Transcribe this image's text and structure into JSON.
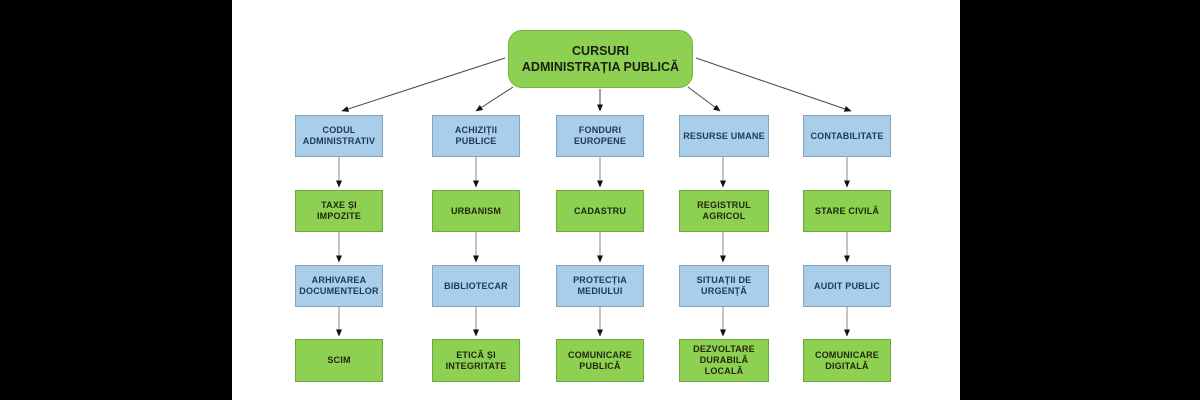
{
  "root": {
    "label_line1": "CURSURI",
    "label_line2": "ADMINISTRAȚIA PUBLICĂ"
  },
  "columns": [
    {
      "id": "codul-administrativ",
      "nodes": [
        {
          "label": "CODUL ADMINISTRATIV",
          "color": "blue"
        },
        {
          "label": "TAXE ȘI IMPOZITE",
          "color": "green"
        },
        {
          "label": "ARHIVAREA DOCUMENTELOR",
          "color": "blue"
        },
        {
          "label": "SCIM",
          "color": "green"
        }
      ]
    },
    {
      "id": "achizitii-publice",
      "nodes": [
        {
          "label": "ACHIZIȚII PUBLICE",
          "color": "blue"
        },
        {
          "label": "URBANISM",
          "color": "green"
        },
        {
          "label": "BIBLIOTECAR",
          "color": "blue"
        },
        {
          "label": "ETICĂ ȘI INTEGRITATE",
          "color": "green"
        }
      ]
    },
    {
      "id": "fonduri-europene",
      "nodes": [
        {
          "label": "FONDURI EUROPENE",
          "color": "blue"
        },
        {
          "label": "CADASTRU",
          "color": "green"
        },
        {
          "label": "PROTECȚIA MEDIULUI",
          "color": "blue"
        },
        {
          "label": "COMUNICARE PUBLICĂ",
          "color": "green"
        }
      ]
    },
    {
      "id": "resurse-umane",
      "nodes": [
        {
          "label": "RESURSE UMANE",
          "color": "blue"
        },
        {
          "label": "REGISTRUL AGRICOL",
          "color": "green"
        },
        {
          "label": "SITUAȚII DE URGENȚĂ",
          "color": "blue"
        },
        {
          "label": "DEZVOLTARE DURABILĂ LOCALĂ",
          "color": "green"
        }
      ]
    },
    {
      "id": "contabilitate",
      "nodes": [
        {
          "label": "CONTABILITATE",
          "color": "blue"
        },
        {
          "label": "STARE CIVILĂ",
          "color": "green"
        },
        {
          "label": "AUDIT PUBLIC",
          "color": "blue"
        },
        {
          "label": "COMUNICARE DIGITALĂ",
          "color": "green"
        }
      ]
    }
  ],
  "colors": {
    "background": "#000000",
    "stage": "#ffffff",
    "node_green_fill": "#8ed052",
    "node_green_border": "#6aa93e",
    "node_blue_fill": "#a9cee9",
    "node_blue_border": "#82a5bd",
    "blue_text": "#20395a",
    "green_text": "#20290f",
    "connector_dark": "#4a4a4a",
    "connector_gray": "#8a8a8a",
    "arrowhead": "#111111"
  }
}
